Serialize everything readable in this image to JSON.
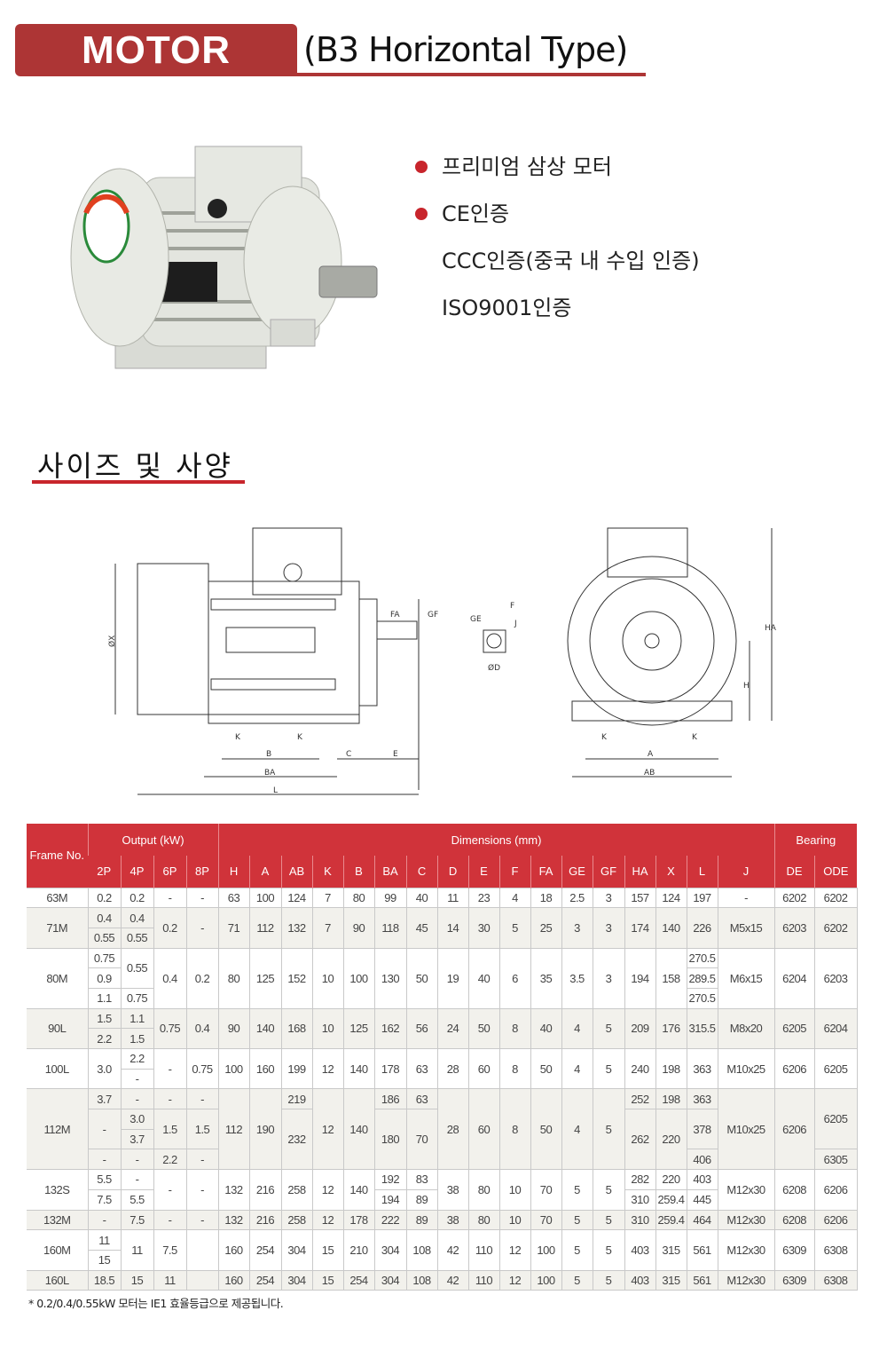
{
  "header": {
    "badge": "MOTOR",
    "subtitle": "(B3 Horizontal Type)"
  },
  "features": [
    "프리미엄 삼상 모터",
    "CE인증",
    "CCC인증(중국 내 수입 인증)",
    "ISO9001인증"
  ],
  "section_title": "사이즈 및 사양",
  "drawing_labels": {
    "diameter_x": "ØX",
    "fa": "FA",
    "gf": "GF",
    "ge": "GE",
    "f": "F",
    "j": "J",
    "diameter_d": "ØD",
    "k": "K",
    "b": "B",
    "c": "C",
    "e": "E",
    "ba": "BA",
    "l": "L",
    "a": "A",
    "ab": "AB",
    "h": "H",
    "ha": "HA"
  },
  "colors": {
    "brand": "#ad3535",
    "table_header": "#d0333a",
    "bullet": "#c8252c"
  },
  "table": {
    "group_headers": {
      "frame": "Frame No.",
      "output": "Output (kW)",
      "dimensions": "Dimensions (mm)",
      "bearing": "Bearing"
    },
    "columns": [
      "2P",
      "4P",
      "6P",
      "8P",
      "H",
      "A",
      "AB",
      "K",
      "B",
      "BA",
      "C",
      "D",
      "E",
      "F",
      "FA",
      "GE",
      "GF",
      "HA",
      "X",
      "L",
      "J",
      "DE",
      "ODE"
    ],
    "groups": [
      {
        "frame": "63M",
        "rows": [
          [
            [
              "63M"
            ],
            [
              "0.2"
            ],
            [
              "0.2"
            ],
            [
              "-"
            ],
            [
              "-"
            ],
            [
              "63"
            ],
            [
              "100"
            ],
            [
              "124"
            ],
            [
              "7"
            ],
            [
              "80"
            ],
            [
              "99"
            ],
            [
              "40"
            ],
            [
              "11"
            ],
            [
              "23"
            ],
            [
              "4"
            ],
            [
              "18"
            ],
            [
              "2.5"
            ],
            [
              "3"
            ],
            [
              "157"
            ],
            [
              "124"
            ],
            [
              "197"
            ],
            [
              "-"
            ],
            [
              "6202"
            ],
            [
              "6202"
            ]
          ]
        ]
      },
      {
        "frame": "71M",
        "rows": [
          [
            [
              "71M",
              2
            ],
            [
              "0.4"
            ],
            [
              "0.4"
            ],
            [
              "0.2",
              2
            ],
            [
              "-",
              2
            ],
            [
              "71",
              2
            ],
            [
              "112",
              2
            ],
            [
              "132",
              2
            ],
            [
              "7",
              2
            ],
            [
              "90",
              2
            ],
            [
              "118",
              2
            ],
            [
              "45",
              2
            ],
            [
              "14",
              2
            ],
            [
              "30",
              2
            ],
            [
              "5",
              2
            ],
            [
              "25",
              2
            ],
            [
              "3",
              2
            ],
            [
              "3",
              2
            ],
            [
              "174",
              2
            ],
            [
              "140",
              2
            ],
            [
              "226",
              2
            ],
            [
              "M5x15",
              2
            ],
            [
              "6203",
              2
            ],
            [
              "6202",
              2
            ]
          ],
          [
            [
              "0.55"
            ],
            [
              "0.55"
            ]
          ]
        ]
      },
      {
        "frame": "80M",
        "rows": [
          [
            [
              "80M",
              3
            ],
            [
              "0.75"
            ],
            [
              "0.55",
              2
            ],
            [
              "0.4",
              3
            ],
            [
              "0.2",
              3
            ],
            [
              "80",
              3
            ],
            [
              "125",
              3
            ],
            [
              "152",
              3
            ],
            [
              "10",
              3
            ],
            [
              "100",
              3
            ],
            [
              "130",
              3
            ],
            [
              "50",
              3
            ],
            [
              "19",
              3
            ],
            [
              "40",
              3
            ],
            [
              "6",
              3
            ],
            [
              "35",
              3
            ],
            [
              "3.5",
              3
            ],
            [
              "3",
              3
            ],
            [
              "194",
              3
            ],
            [
              "158",
              3
            ],
            [
              "270.5"
            ],
            [
              "M6x15",
              3
            ],
            [
              "6204",
              3
            ],
            [
              "6203",
              3
            ]
          ],
          [
            [
              "0.9"
            ],
            [
              "289.5"
            ]
          ],
          [
            [
              "1.1"
            ],
            [
              "0.75"
            ],
            [
              "270.5"
            ]
          ]
        ]
      },
      {
        "frame": "90L",
        "rows": [
          [
            [
              "90L",
              2
            ],
            [
              "1.5"
            ],
            [
              "1.1"
            ],
            [
              "0.75",
              2
            ],
            [
              "0.4",
              2
            ],
            [
              "90",
              2
            ],
            [
              "140",
              2
            ],
            [
              "168",
              2
            ],
            [
              "10",
              2
            ],
            [
              "125",
              2
            ],
            [
              "162",
              2
            ],
            [
              "56",
              2
            ],
            [
              "24",
              2
            ],
            [
              "50",
              2
            ],
            [
              "8",
              2
            ],
            [
              "40",
              2
            ],
            [
              "4",
              2
            ],
            [
              "5",
              2
            ],
            [
              "209",
              2
            ],
            [
              "176",
              2
            ],
            [
              "315.5",
              2
            ],
            [
              "M8x20",
              2
            ],
            [
              "6205",
              2
            ],
            [
              "6204",
              2
            ]
          ],
          [
            [
              "2.2"
            ],
            [
              "1.5"
            ]
          ]
        ]
      },
      {
        "frame": "100L",
        "rows": [
          [
            [
              "100L",
              2
            ],
            [
              "3.0",
              2
            ],
            [
              "2.2"
            ],
            [
              "-",
              2
            ],
            [
              "0.75",
              2
            ],
            [
              "100",
              2
            ],
            [
              "160",
              2
            ],
            [
              "199",
              2
            ],
            [
              "12",
              2
            ],
            [
              "140",
              2
            ],
            [
              "178",
              2
            ],
            [
              "63",
              2
            ],
            [
              "28",
              2
            ],
            [
              "60",
              2
            ],
            [
              "8",
              2
            ],
            [
              "50",
              2
            ],
            [
              "4",
              2
            ],
            [
              "5",
              2
            ],
            [
              "240",
              2
            ],
            [
              "198",
              2
            ],
            [
              "363",
              2
            ],
            [
              "M10x25",
              2
            ],
            [
              "6206",
              2
            ],
            [
              "6205",
              2
            ]
          ],
          [
            [
              "-"
            ]
          ]
        ]
      },
      {
        "frame": "112M",
        "rows": [
          [
            [
              "112M",
              4
            ],
            [
              "3.7"
            ],
            [
              "-"
            ],
            [
              "-"
            ],
            [
              "-"
            ],
            [
              "112",
              4
            ],
            [
              "190",
              4
            ],
            [
              "219"
            ],
            [
              "12",
              4
            ],
            [
              "140",
              4
            ],
            [
              "186"
            ],
            [
              "63"
            ],
            [
              "28",
              4
            ],
            [
              "60",
              4
            ],
            [
              "8",
              4
            ],
            [
              "50",
              4
            ],
            [
              "4",
              4
            ],
            [
              "5",
              4
            ],
            [
              "252"
            ],
            [
              "198"
            ],
            [
              "363"
            ],
            [
              "M10x25",
              4
            ],
            [
              "6206",
              4
            ],
            [
              "6205",
              3
            ]
          ],
          [
            [
              "-",
              2
            ],
            [
              "3.0"
            ],
            [
              "1.5",
              2
            ],
            [
              "1.5",
              2
            ],
            [
              "232",
              3
            ],
            [
              "180",
              3
            ],
            [
              "70",
              3
            ],
            [
              "262",
              3
            ],
            [
              "220",
              3
            ],
            [
              "378",
              2
            ]
          ],
          [
            [
              "3.7"
            ]
          ],
          [
            [
              "-"
            ],
            [
              "-"
            ],
            [
              "2.2"
            ],
            [
              "-"
            ],
            [
              "406"
            ],
            [
              "6305"
            ]
          ]
        ]
      },
      {
        "frame": "132S",
        "rows": [
          [
            [
              "132S",
              2
            ],
            [
              "5.5"
            ],
            [
              "-"
            ],
            [
              "-",
              2
            ],
            [
              "-",
              2
            ],
            [
              "132",
              2
            ],
            [
              "216",
              2
            ],
            [
              "258",
              2
            ],
            [
              "12",
              2
            ],
            [
              "140",
              2
            ],
            [
              "192"
            ],
            [
              "83"
            ],
            [
              "38",
              2
            ],
            [
              "80",
              2
            ],
            [
              "10",
              2
            ],
            [
              "70",
              2
            ],
            [
              "5",
              2
            ],
            [
              "5",
              2
            ],
            [
              "282"
            ],
            [
              "220"
            ],
            [
              "403"
            ],
            [
              "M12x30",
              2
            ],
            [
              "6208",
              2
            ],
            [
              "6206",
              2
            ]
          ],
          [
            [
              "7.5"
            ],
            [
              "5.5"
            ],
            [
              "194"
            ],
            [
              "89"
            ],
            [
              "310"
            ],
            [
              "259.4"
            ],
            [
              "445"
            ]
          ]
        ]
      },
      {
        "frame": "132M",
        "rows": [
          [
            [
              "132M"
            ],
            [
              "-"
            ],
            [
              "7.5"
            ],
            [
              "-"
            ],
            [
              "-"
            ],
            [
              "132"
            ],
            [
              "216"
            ],
            [
              "258"
            ],
            [
              "12"
            ],
            [
              "178"
            ],
            [
              "222"
            ],
            [
              "89"
            ],
            [
              "38"
            ],
            [
              "80"
            ],
            [
              "10"
            ],
            [
              "70"
            ],
            [
              "5"
            ],
            [
              "5"
            ],
            [
              "310"
            ],
            [
              "259.4"
            ],
            [
              "464"
            ],
            [
              "M12x30"
            ],
            [
              "6208"
            ],
            [
              "6206"
            ]
          ]
        ]
      },
      {
        "frame": "160M",
        "rows": [
          [
            [
              "160M",
              2
            ],
            [
              "11"
            ],
            [
              "11",
              2
            ],
            [
              "7.5",
              2
            ],
            [
              "",
              2
            ],
            [
              "160",
              2
            ],
            [
              "254",
              2
            ],
            [
              "304",
              2
            ],
            [
              "15",
              2
            ],
            [
              "210",
              2
            ],
            [
              "304",
              2
            ],
            [
              "108",
              2
            ],
            [
              "42",
              2
            ],
            [
              "110",
              2
            ],
            [
              "12",
              2
            ],
            [
              "100",
              2
            ],
            [
              "5",
              2
            ],
            [
              "5",
              2
            ],
            [
              "403",
              2
            ],
            [
              "315",
              2
            ],
            [
              "561",
              2
            ],
            [
              "M12x30",
              2
            ],
            [
              "6309",
              2
            ],
            [
              "6308",
              2
            ]
          ],
          [
            [
              "15"
            ]
          ]
        ]
      },
      {
        "frame": "160L",
        "rows": [
          [
            [
              "160L"
            ],
            [
              "18.5"
            ],
            [
              "15"
            ],
            [
              "11"
            ],
            [
              ""
            ],
            [
              "160"
            ],
            [
              "254"
            ],
            [
              "304"
            ],
            [
              "15"
            ],
            [
              "254"
            ],
            [
              "304"
            ],
            [
              "108"
            ],
            [
              "42"
            ],
            [
              "110"
            ],
            [
              "12"
            ],
            [
              "100"
            ],
            [
              "5"
            ],
            [
              "5"
            ],
            [
              "403"
            ],
            [
              "315"
            ],
            [
              "561"
            ],
            [
              "M12x30"
            ],
            [
              "6309"
            ],
            [
              "6308"
            ]
          ]
        ]
      }
    ]
  },
  "footnote": "* 0.2/0.4/0.55kW 모터는 IE1 효율등급으로 제공됩니다."
}
